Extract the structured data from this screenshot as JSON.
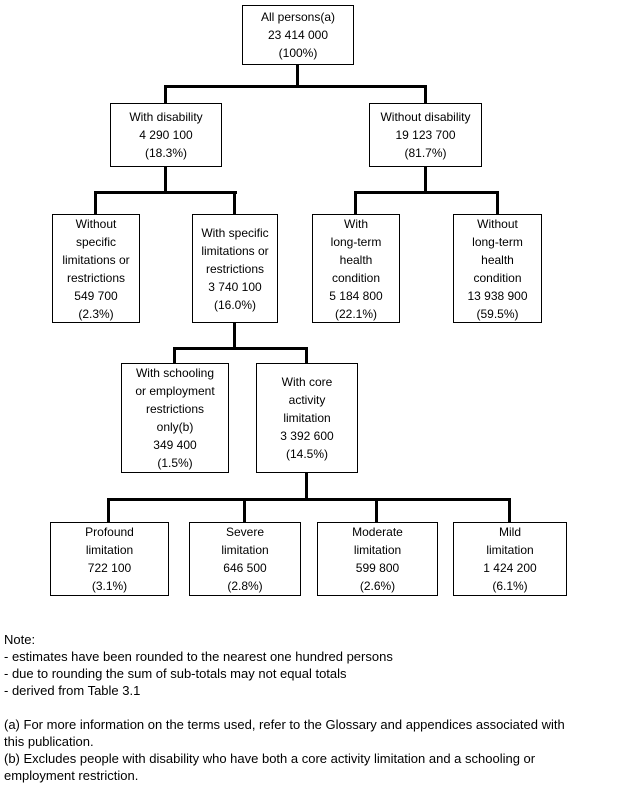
{
  "flowchart": {
    "nodes": {
      "all_persons": {
        "label": "All persons(a)",
        "count": "23 414 000",
        "percent": "(100%)"
      },
      "with_disability": {
        "label": "With disability",
        "count": "4 290 100",
        "percent": "(18.3%)"
      },
      "without_disability": {
        "label": "Without disability",
        "count": "19 123 700",
        "percent": "(81.7%)"
      },
      "without_specific": {
        "label": "Without\nspecific\nlimitations or\nrestrictions",
        "count": "549 700",
        "percent": "(2.3%)"
      },
      "with_specific": {
        "label": "With specific\nlimitations or\nrestrictions",
        "count": "3 740 100",
        "percent": "(16.0%)"
      },
      "with_ltc": {
        "label": "With\nlong-term\nhealth\ncondition",
        "count": "5 184 800",
        "percent": "(22.1%)"
      },
      "without_ltc": {
        "label": "Without\nlong-term\nhealth\ncondition",
        "count": "13 938 900",
        "percent": "(59.5%)"
      },
      "schooling_only": {
        "label": "With schooling\nor employment\nrestrictions\nonly(b)",
        "count": "349 400",
        "percent": "(1.5%)"
      },
      "core_activity": {
        "label": "With core\nactivity\nlimitation",
        "count": "3 392 600",
        "percent": "(14.5%)"
      },
      "profound": {
        "label": "Profound\nlimitation",
        "count": "722 100",
        "percent": "(3.1%)"
      },
      "severe": {
        "label": "Severe\nlimitation",
        "count": "646 500",
        "percent": "(2.8%)"
      },
      "moderate": {
        "label": "Moderate\nlimitation",
        "count": "599 800",
        "percent": "(2.6%)"
      },
      "mild": {
        "label": "Mild\nlimitation",
        "count": "1 424 200",
        "percent": "(6.1%)"
      }
    },
    "hierarchy": {
      "all_persons": [
        "with_disability",
        "without_disability"
      ],
      "with_disability": [
        "without_specific",
        "with_specific"
      ],
      "without_disability": [
        "with_ltc",
        "without_ltc"
      ],
      "with_specific": [
        "schooling_only",
        "core_activity"
      ],
      "core_activity": [
        "profound",
        "severe",
        "moderate",
        "mild"
      ]
    },
    "colors": {
      "line": "#000000",
      "box_border": "#000000",
      "box_fill": "#ffffff",
      "text": "#000000"
    }
  },
  "notes": {
    "heading": "Note:",
    "lines": [
      "- estimates have been rounded to the nearest one hundred persons",
      "- due to rounding the sum of sub-totals may not equal totals",
      "- derived from Table 3.1"
    ],
    "footnotes": {
      "a": "(a) For more information on the terms used, refer to the Glossary and appendices associated with\nthis publication.",
      "b": "(b) Excludes people with disability who have both a core activity limitation and a schooling or\nemployment restriction."
    }
  }
}
